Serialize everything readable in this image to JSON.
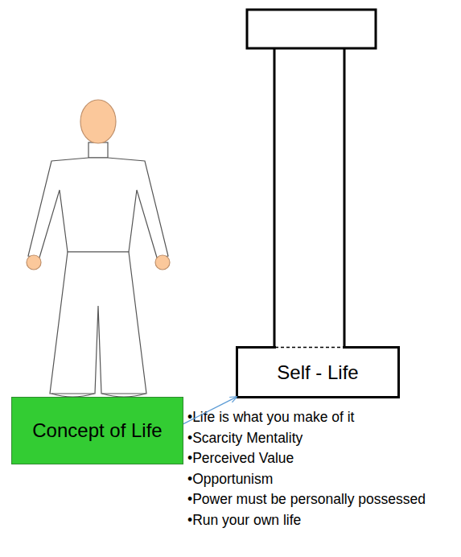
{
  "diagram": {
    "nodes": [
      {
        "text": [
          "Concept of Life"
        ]
      },
      {
        "text": [
          "Self - Life"
        ]
      }
    ],
    "edges": [
      {
        "from": 0,
        "to": 1,
        "arrow": "to"
      }
    ],
    "labels": [
      "•Life is what you make of it",
      "•Scarcity Mentality",
      "•Perceived Value",
      "•Opportunism",
      "•Power must be personally possessed",
      "•Run your own life"
    ]
  }
}
